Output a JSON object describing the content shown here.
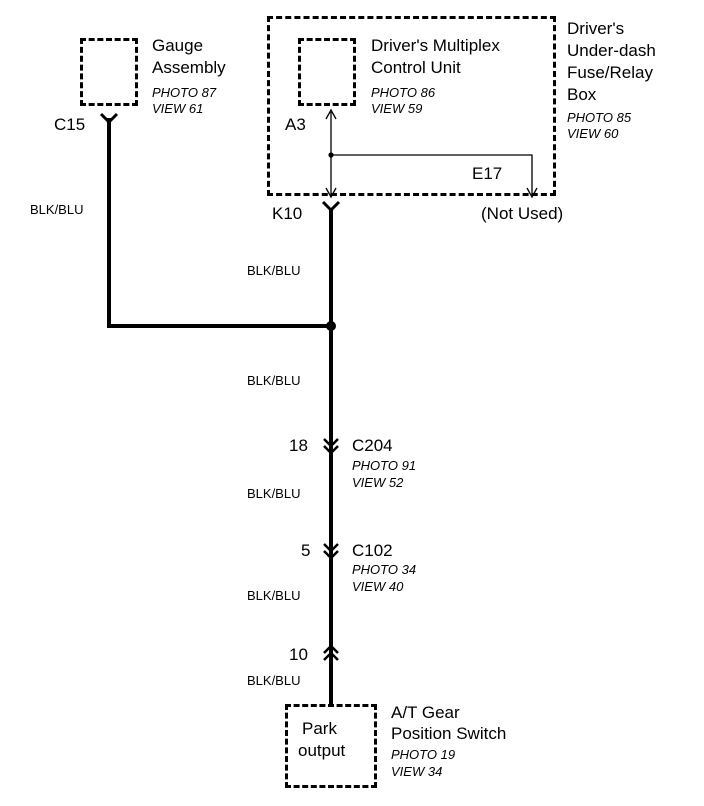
{
  "gauge": {
    "name_line1": "Gauge",
    "name_line2": "Assembly",
    "photo": "PHOTO 87",
    "view": "VIEW 61",
    "connector": "C15",
    "wire": "BLK/BLU"
  },
  "mcu": {
    "name_line1": "Driver's Multiplex",
    "name_line2": "Control Unit",
    "photo": "PHOTO 86",
    "view": "VIEW 59",
    "terminal": "A3"
  },
  "fusebox": {
    "name_line1": "Driver's",
    "name_line2": "Under-dash",
    "name_line3": "Fuse/Relay",
    "name_line4": "Box",
    "photo": "PHOTO 85",
    "view": "VIEW 60",
    "terminal_e17": "E17",
    "not_used": "(Not Used)",
    "terminal_k10": "K10"
  },
  "wires": {
    "w1": "BLK/BLU",
    "w2": "BLK/BLU",
    "w3": "BLK/BLU",
    "w4": "BLK/BLU",
    "w5": "BLK/BLU"
  },
  "c204": {
    "pin": "18",
    "name": "C204",
    "photo": "PHOTO 91",
    "view": "VIEW 52"
  },
  "c102": {
    "pin": "5",
    "name": "C102",
    "photo": "PHOTO 34",
    "view": "VIEW 40"
  },
  "switch": {
    "pin": "10",
    "inner_line1": "Park",
    "inner_line2": "output",
    "name_line1": "A/T Gear",
    "name_line2": "Position Switch",
    "photo": "PHOTO 19",
    "view": "VIEW 34"
  }
}
